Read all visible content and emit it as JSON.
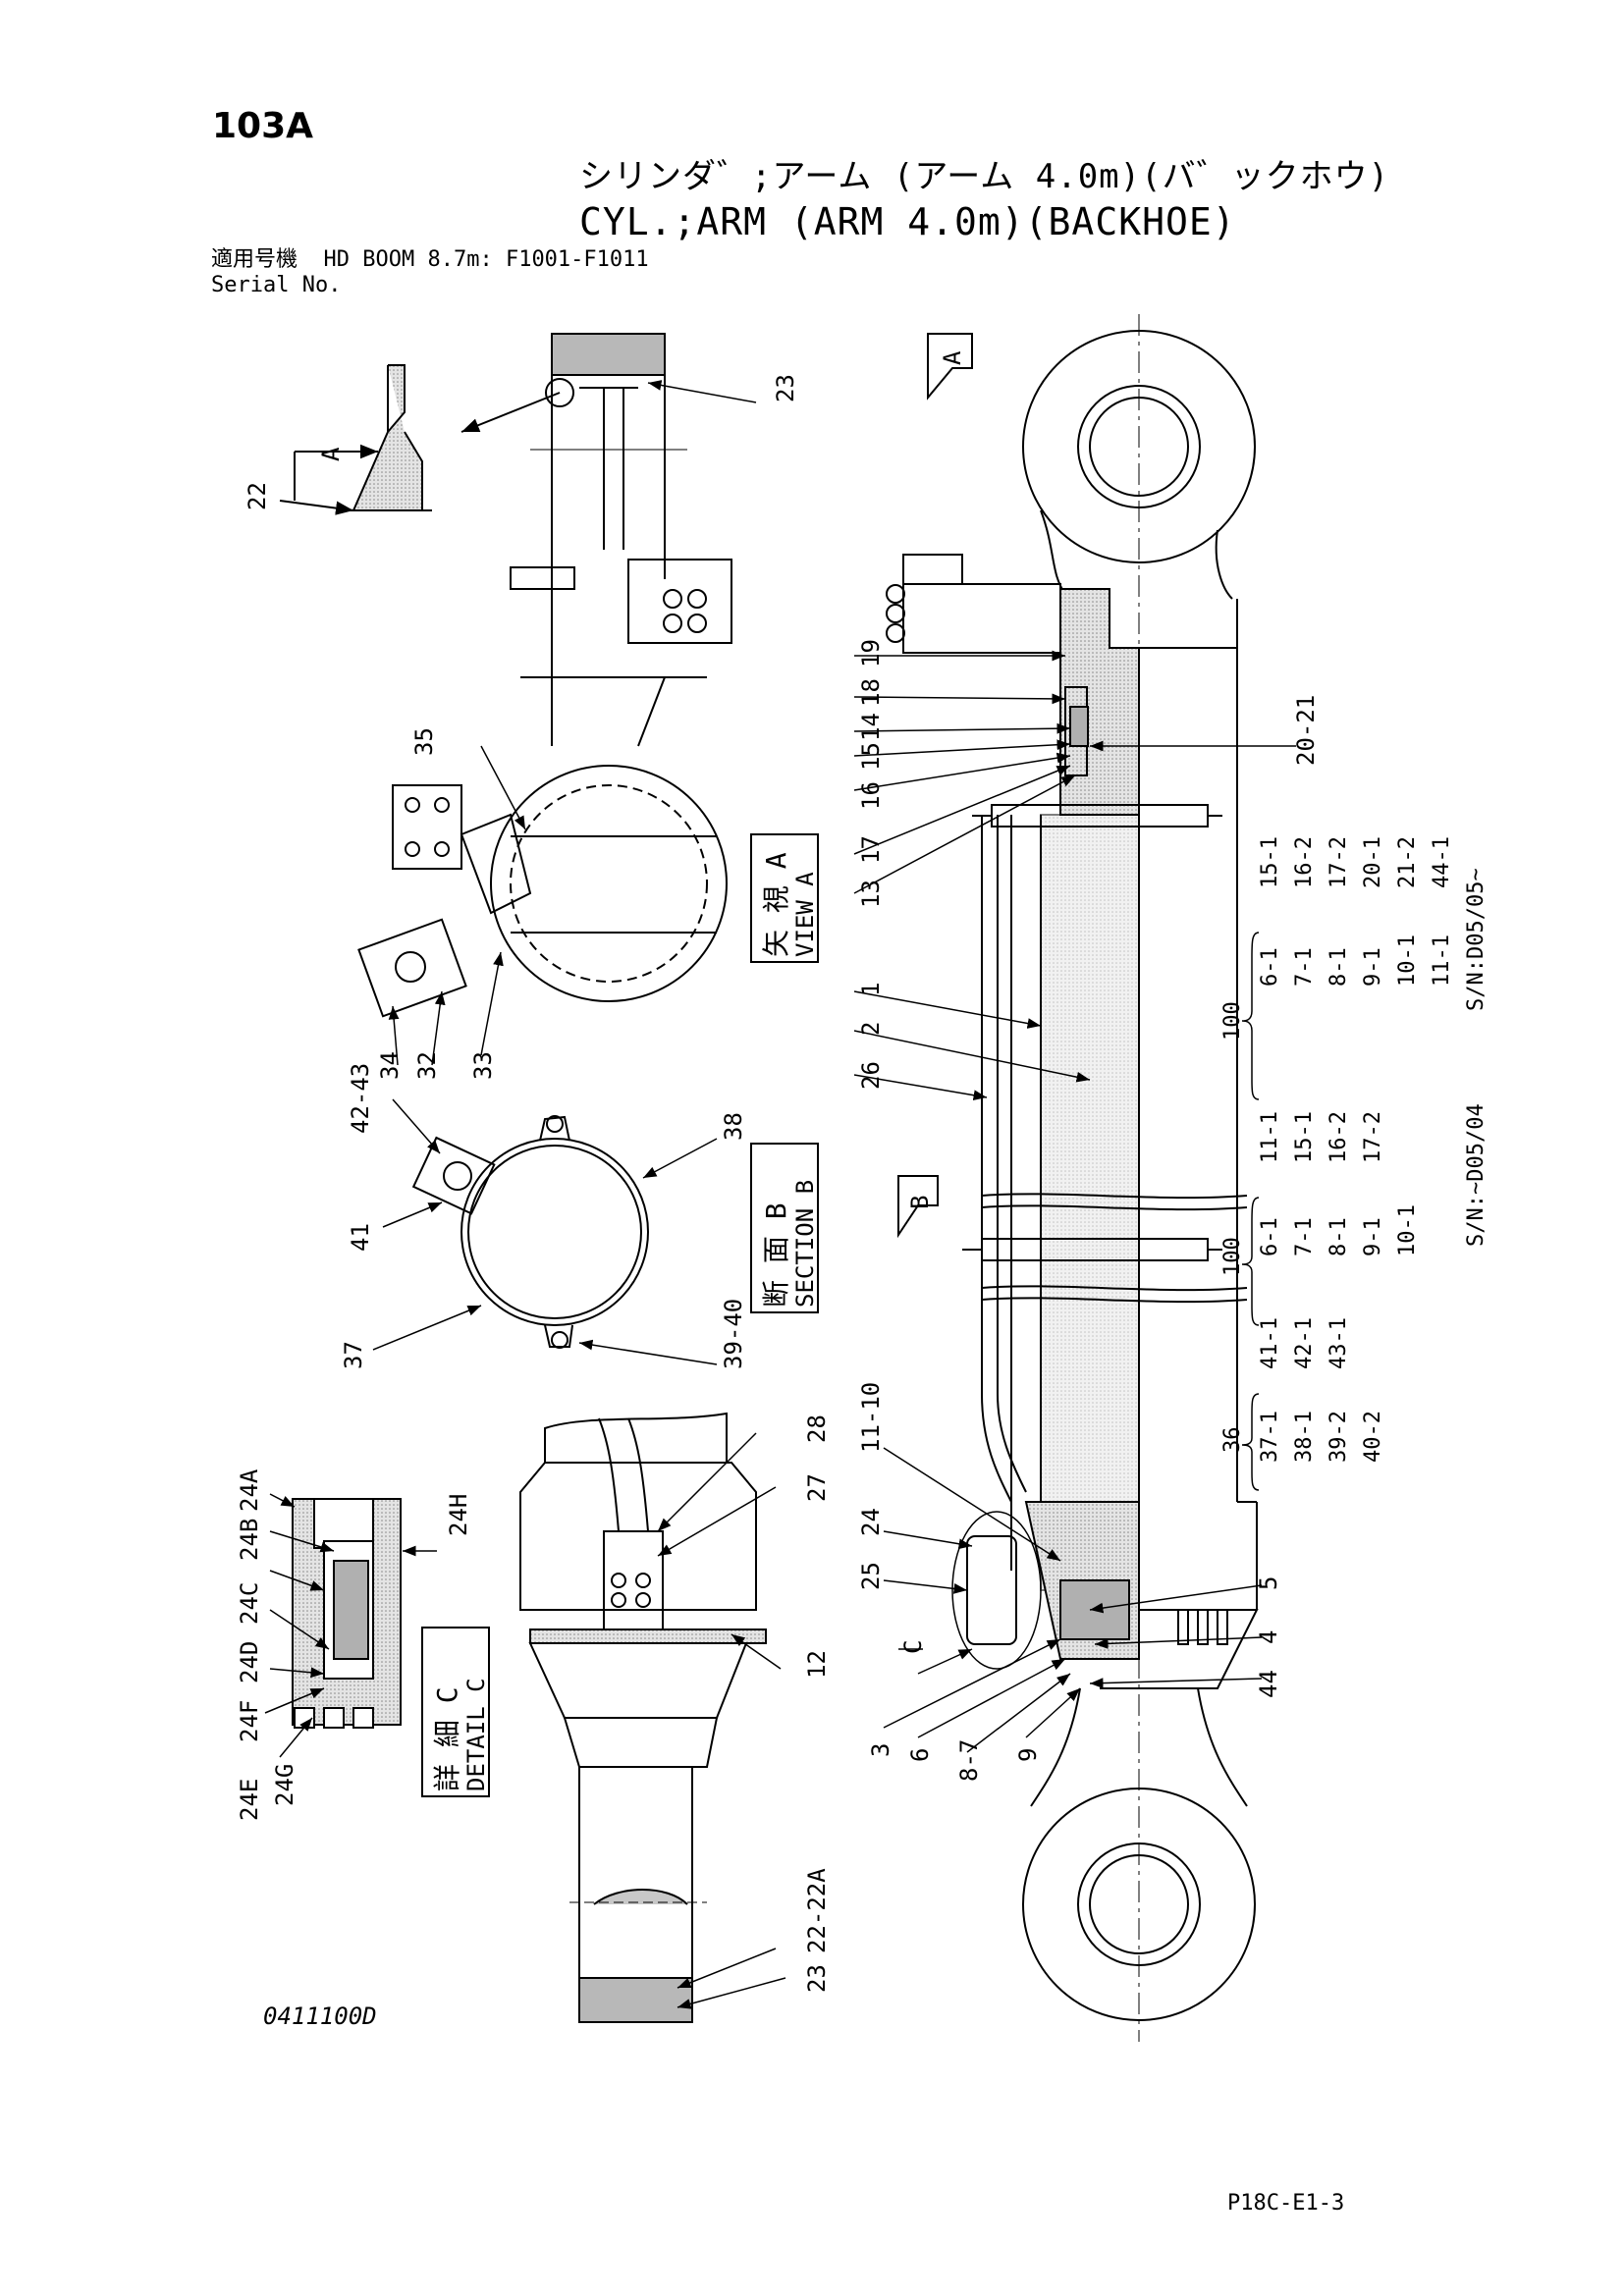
{
  "page_no": "103A",
  "title_jp": "シリンダ゛;アーム (アーム 4.0m)(バ゛ックホウ)",
  "title_en": "CYL.;ARM (ARM 4.0m)(BACKHOE)",
  "serial": {
    "label_jp": "適用号機",
    "label_en": "Serial No.",
    "value": "HD BOOM 8.7m: F1001-F1011"
  },
  "drawing_no": "0411100D",
  "ref_code": "P18C-E1-3",
  "views": {
    "view_a": {
      "jp": "矢 視 A",
      "en": "VIEW A"
    },
    "section_b": {
      "jp": "断 面 B",
      "en": "SECTION B"
    },
    "detail_c": {
      "jp": "詳 細 C",
      "en": "DETAIL C"
    },
    "marker_a": "A",
    "marker_b": "B",
    "marker_c": "C"
  },
  "callouts": {
    "top_detail": [
      "23",
      "22",
      "A"
    ],
    "view_a": [
      "35",
      "34",
      "32",
      "33"
    ],
    "section_b": [
      "42-43",
      "41",
      "38",
      "37",
      "39-40"
    ],
    "detail_c": [
      "24A",
      "24B",
      "24C",
      "24D",
      "24F",
      "24E",
      "24G",
      "24H"
    ],
    "rod_end": [
      "28",
      "27",
      "12",
      "22-22A",
      "23"
    ],
    "main": [
      "19",
      "18",
      "14",
      "15",
      "16",
      "17",
      "13",
      "1",
      "2",
      "26",
      "11-10",
      "24",
      "25",
      "3",
      "6",
      "8-7",
      "9",
      "44",
      "4",
      "5",
      "20-21"
    ]
  },
  "kit_tables": {
    "new": {
      "serial": "S/N:D05/05~",
      "kit_no": "100",
      "col1": [
        "6-1",
        "7-1",
        "8-1",
        "9-1",
        "10-1",
        "11-1"
      ],
      "col2": [
        "15-1",
        "16-2",
        "17-2",
        "20-1",
        "21-2",
        "44-1"
      ]
    },
    "old": {
      "serial": "S/N:~D05/04",
      "kit_no": "100",
      "col1": [
        "6-1",
        "7-1",
        "8-1",
        "9-1",
        "10-1"
      ],
      "col2": [
        "11-1",
        "15-1",
        "16-2",
        "17-2"
      ]
    },
    "band": {
      "kit_no": "36",
      "col1": [
        "37-1",
        "38-1",
        "39-2",
        "40-2"
      ],
      "col2": [
        "41-1",
        "42-1",
        "43-1"
      ]
    }
  },
  "colors": {
    "line": "#000000",
    "shade": "#c8c8c8",
    "paper": "#ffffff"
  }
}
